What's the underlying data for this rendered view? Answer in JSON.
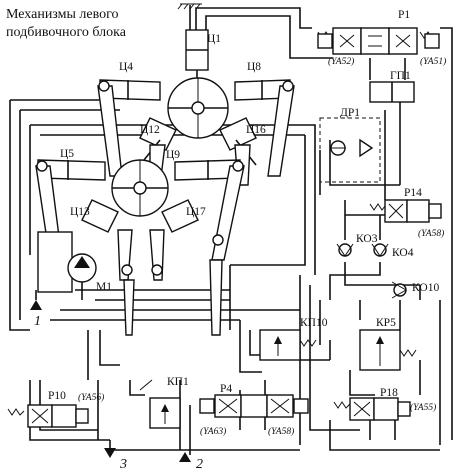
{
  "title": {
    "line1": "Механизмы левого",
    "line2": "подбивочного блока"
  },
  "cylinders": {
    "c1": "Ц1",
    "c4": "Ц4",
    "c5": "Ц5",
    "c8": "Ц8",
    "c9": "Ц9",
    "c12": "Ц12",
    "c13": "Ц13",
    "c16": "Ц16",
    "c17": "Ц17"
  },
  "motor": "М1",
  "accumulator": "ГП1",
  "throttle": "ДР1",
  "valves": {
    "p1": "Р1",
    "p4": "Р4",
    "p10": "Р10",
    "p14": "Р14",
    "p18": "Р18",
    "kp1": "КП1",
    "kp10": "КП10",
    "kr5": "КР5",
    "ko3": "КО3",
    "ko4": "КО4",
    "ko10": "КО10"
  },
  "solenoids": {
    "ya51": "(YA51)",
    "ya52": "(YA52)",
    "ya55": "(YA55)",
    "ya56": "(YA56)",
    "ya58a": "(YA58)",
    "ya58b": "(YA58)",
    "ya63": "(YA63)"
  },
  "ports": {
    "p1": "1",
    "p2": "2",
    "p3": "3"
  }
}
